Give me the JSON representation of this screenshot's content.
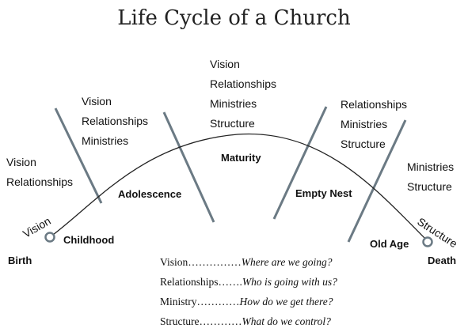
{
  "title": "Life Cycle of a Church",
  "stages": {
    "birth": "Birth",
    "childhood": "Childhood",
    "adolescence": "Adolescence",
    "maturity": "Maturity",
    "empty_nest": "Empty Nest",
    "old_age": "Old Age",
    "death": "Death"
  },
  "curve_labels": {
    "start": "Vision",
    "end": "Structure"
  },
  "groups": {
    "childhood": [
      "Vision",
      "Relationships"
    ],
    "adolescence": [
      "Vision",
      "Relationships",
      "Ministries"
    ],
    "maturity": [
      "Vision",
      "Relationships",
      "Ministries",
      "Structure"
    ],
    "empty_nest": [
      "Relationships",
      "Ministries",
      "Structure"
    ],
    "old_age": [
      "Ministries",
      "Structure"
    ]
  },
  "legend": [
    {
      "term": "Vision",
      "dots": "……………",
      "question": "Where are we going?"
    },
    {
      "term": "Relationships",
      "dots": "…….",
      "question": "Who is going with us?"
    },
    {
      "term": "Ministry",
      "dots": "…………",
      "question": "How do we get there?"
    },
    {
      "term": "Structure",
      "dots": "…………",
      "question": "What do we control?"
    }
  ],
  "colors": {
    "divider": "#6b7a84",
    "curve": "#222222",
    "marker": "#6b7a84"
  }
}
